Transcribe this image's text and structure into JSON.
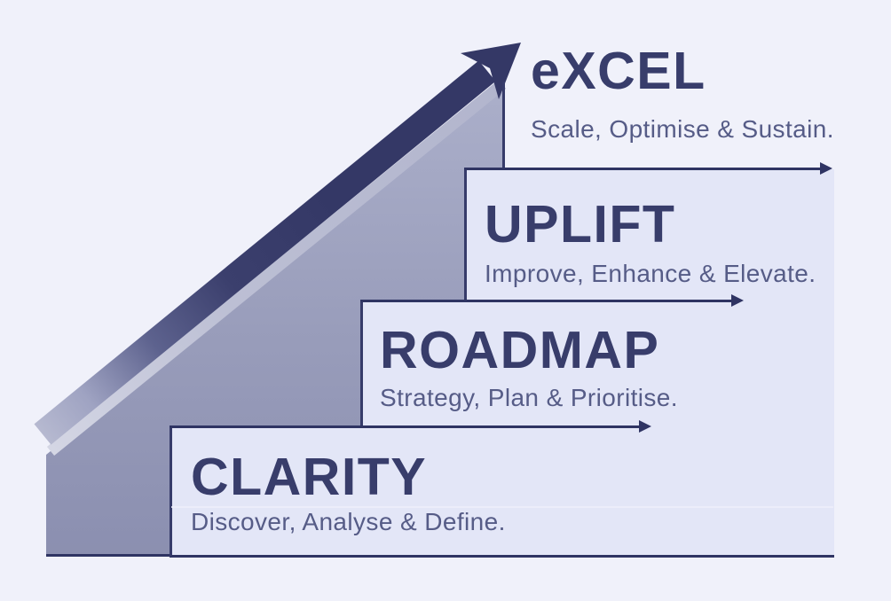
{
  "diagram": {
    "type": "staircase-growth-model",
    "levels": [
      {
        "name": "CLARITY",
        "tagline": "Discover, Analyse & Define."
      },
      {
        "name": "ROADMAP",
        "tagline": "Strategy, Plan & Prioritise."
      },
      {
        "name": "UPLIFT",
        "tagline": "Improve, Enhance & Elevate."
      },
      {
        "name": "eXCEL",
        "tagline": "Scale, Optimise & Sustain."
      }
    ],
    "colors": {
      "background": "#f0f1fa",
      "step_fill": "#e3e6f7",
      "dark_line": "#2f3463",
      "border": "#363b6a",
      "title_text": "#383d6b",
      "tagline_text": "#565c87",
      "triangle_top": "#abafca",
      "triangle_bottom": "#8b8fb0",
      "bevel_light": "#d4d6e4",
      "arrow_dark": "#343866",
      "arrow_tail_fade": "#b6b9d0"
    }
  }
}
